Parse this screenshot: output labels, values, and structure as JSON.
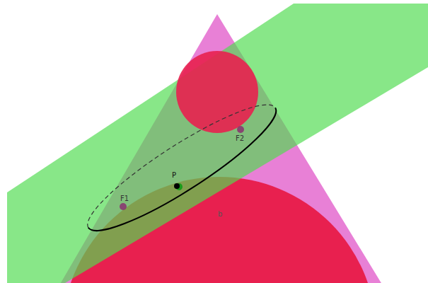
{
  "diagram": {
    "labels": [
      "P",
      "F1",
      "F2",
      "b"
    ]
  }
}
